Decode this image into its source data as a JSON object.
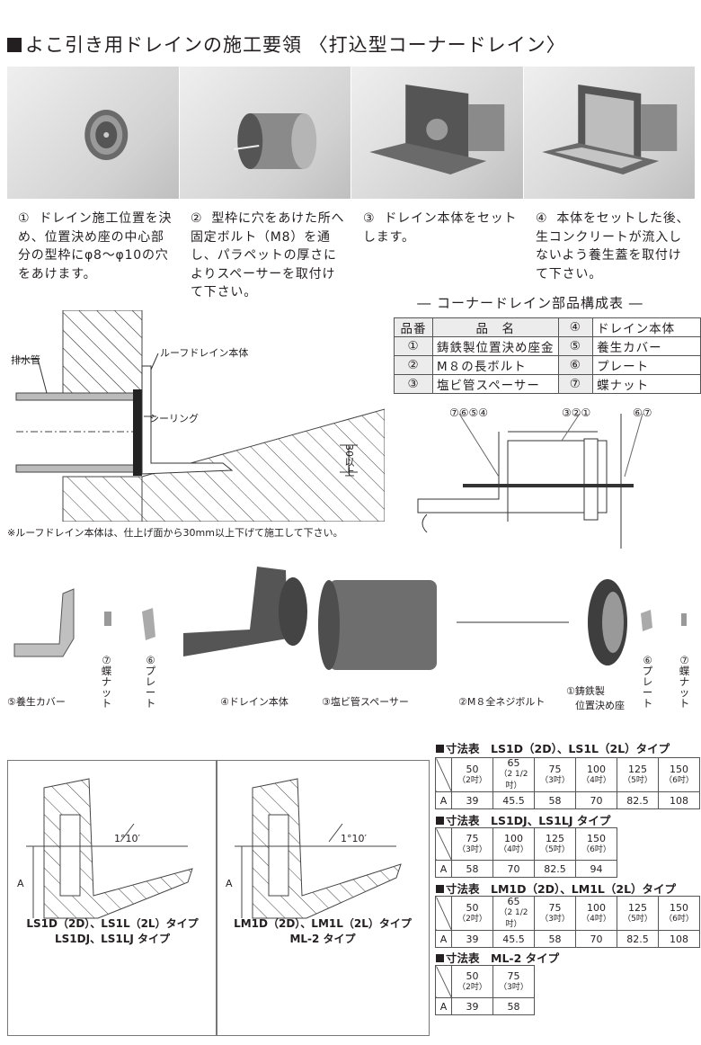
{
  "page": {
    "title": "よこ引き用ドレインの施工要領 〈打込型コーナードレイン〉"
  },
  "steps": [
    {
      "num": "①",
      "text": "ドレイン施工位置を決め、位置決め座の中心部分の型枠にφ8～φ10の穴をあけます。"
    },
    {
      "num": "②",
      "text": "型枠に穴をあけた所へ固定ボルト（M8）を通し、パラペットの厚さによりスペーサーを取付けて下さい。"
    },
    {
      "num": "③",
      "text": "ドレイン本体をセットします。"
    },
    {
      "num": "④",
      "text": "本体をセットした後、生コンクリートが流入しないよう養生蓋を取付けて下さい。"
    }
  ],
  "section_diagram": {
    "labels": {
      "drain_pipe": "排水管",
      "roof_drain_body": "ルーフドレイン本体",
      "sealing": "シーリング",
      "dim": "30以上"
    },
    "note": "※ルーフドレイン本体は、仕上げ面から30mm以上下げて施工して下さい。"
  },
  "parts_table": {
    "title": "― コーナードレイン部品構成表 ―",
    "header": {
      "no": "品番",
      "name": "品　名"
    },
    "rows": [
      {
        "no_l": "①",
        "name_l": "鋳鉄製位置決め座金",
        "no_r": "⑤",
        "name_r": "養生カバー"
      },
      {
        "no_l": "②",
        "name_l": "M８の長ボルト",
        "no_r": "⑥",
        "name_r": "プレート"
      },
      {
        "no_l": "③",
        "name_l": "塩ビ管スペーサー",
        "no_r": "⑦",
        "name_r": "蝶ナット"
      }
    ],
    "header_right": {
      "no": "④",
      "name": "ドレイン本体"
    }
  },
  "assembly_callouts": {
    "left": "⑦⑥⑤④",
    "mid": "③②①",
    "right": "⑥⑦"
  },
  "exploded_parts": {
    "cover": "⑤養生カバー",
    "nut_v": [
      "⑦",
      "蝶",
      "ナ",
      "ッ",
      "ト"
    ],
    "plate_v": [
      "⑥",
      "プ",
      "レ",
      "ー",
      "ト"
    ],
    "body": "④ドレイン本体",
    "spacer": "③塩ビ管スペーサー",
    "bolt": "②M８全ネジボルト",
    "seat_1": "①鋳鉄製",
    "seat_2": "位置決め座",
    "plate_v2": [
      "⑥",
      "プ",
      "レ",
      "ー",
      "ト"
    ],
    "nut_v2": [
      "⑦",
      "蝶",
      "ナ",
      "ッ",
      "ト"
    ]
  },
  "detail_boxes": [
    {
      "angle": "1°10′",
      "dim": "A",
      "caption_1": "LS1D（2D）、LS1L（2L）タイプ",
      "caption_2": "LS1DJ、LS1LJ タイプ"
    },
    {
      "angle": "1°10′",
      "dim": "A",
      "caption_1": "LM1D（2D）、LM1L（2L）タイプ",
      "caption_2": "ML-2 タイプ"
    }
  ],
  "dim_tables": [
    {
      "title": "寸法表　LS1D（2D）、LS1L（2L）タイプ",
      "cols": [
        [
          "50",
          "（2吋）"
        ],
        [
          "65",
          "（2 1/2吋）"
        ],
        [
          "75",
          "（3吋）"
        ],
        [
          "100",
          "（4吋）"
        ],
        [
          "125",
          "（5吋）"
        ],
        [
          "150",
          "（6吋）"
        ]
      ],
      "row_label": "A",
      "values": [
        "39",
        "45.5",
        "58",
        "70",
        "82.5",
        "108"
      ]
    },
    {
      "title": "寸法表　LS1DJ、LS1LJ タイプ",
      "cols": [
        [
          "75",
          "（3吋）"
        ],
        [
          "100",
          "（4吋）"
        ],
        [
          "125",
          "（5吋）"
        ],
        [
          "150",
          "（6吋）"
        ]
      ],
      "row_label": "A",
      "values": [
        "58",
        "70",
        "82.5",
        "94"
      ]
    },
    {
      "title": "寸法表　LM1D（2D）、LM1L（2L）タイプ",
      "cols": [
        [
          "50",
          "（2吋）"
        ],
        [
          "65",
          "（2 1/2吋）"
        ],
        [
          "75",
          "（3吋）"
        ],
        [
          "100",
          "（4吋）"
        ],
        [
          "125",
          "（5吋）"
        ],
        [
          "150",
          "（6吋）"
        ]
      ],
      "row_label": "A",
      "values": [
        "39",
        "45.5",
        "58",
        "70",
        "82.5",
        "108"
      ]
    },
    {
      "title": "寸法表　ML-2 タイプ",
      "cols": [
        [
          "50",
          "（2吋）"
        ],
        [
          "75",
          "（3吋）"
        ]
      ],
      "row_label": "A",
      "values": [
        "39",
        "58"
      ]
    }
  ]
}
